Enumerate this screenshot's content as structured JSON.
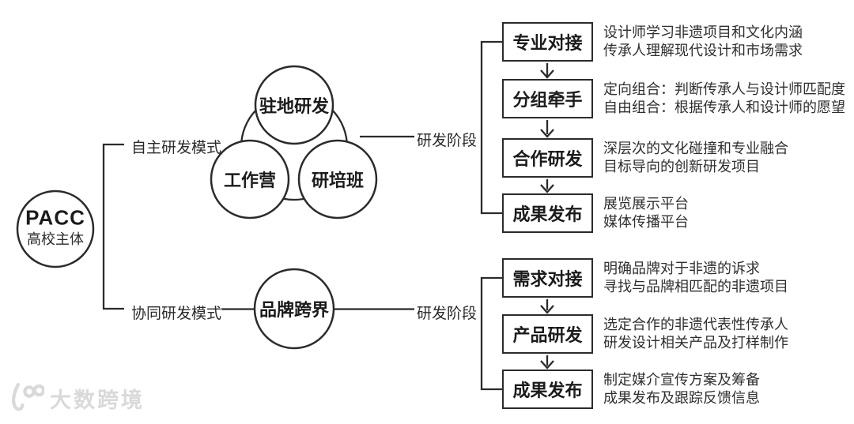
{
  "pacc": {
    "acronym": "PACC",
    "subtitle": "高校主体"
  },
  "independent": {
    "mode_label": "自主研发模式",
    "stage_label": "研发阶段",
    "circles": {
      "top": "驻地研发",
      "left": "工作营",
      "right": "研培班"
    },
    "steps": [
      {
        "label": "专业对接",
        "desc1": "设计师学习非遗项目和文化内涵",
        "desc2": "传承人理解现代设计和市场需求"
      },
      {
        "label": "分组牵手",
        "desc1": "定向组合：判断传承人与设计师匹配度",
        "desc2": "自由组合：根据传承人和设计师的愿望"
      },
      {
        "label": "合作研发",
        "desc1": "深层次的文化碰撞和专业融合",
        "desc2": "目标导向的创新研发项目"
      },
      {
        "label": "成果发布",
        "desc1": "展览展示平台",
        "desc2": "媒体传播平台"
      }
    ]
  },
  "collaborative": {
    "mode_label": "协同研发模式",
    "stage_label": "研发阶段",
    "circle": "品牌跨界",
    "steps": [
      {
        "label": "需求对接",
        "desc1": "明确品牌对于非遗的诉求",
        "desc2": "寻找与品牌相匹配的非遗项目"
      },
      {
        "label": "产品研发",
        "desc1": "选定合作的非遗代表性传承人",
        "desc2": "研发设计相关产品及打样制作"
      },
      {
        "label": "成果发布",
        "desc1": "制定媒介宣传方案及筹备",
        "desc2": "成果发布及跟踪反馈信息"
      }
    ]
  },
  "watermark": {
    "brand": "大数跨境"
  },
  "colors": {
    "ink": "#2b2b2b",
    "text": "#2f2f2f",
    "watermark": "#d9d9d9",
    "background": "#ffffff"
  }
}
